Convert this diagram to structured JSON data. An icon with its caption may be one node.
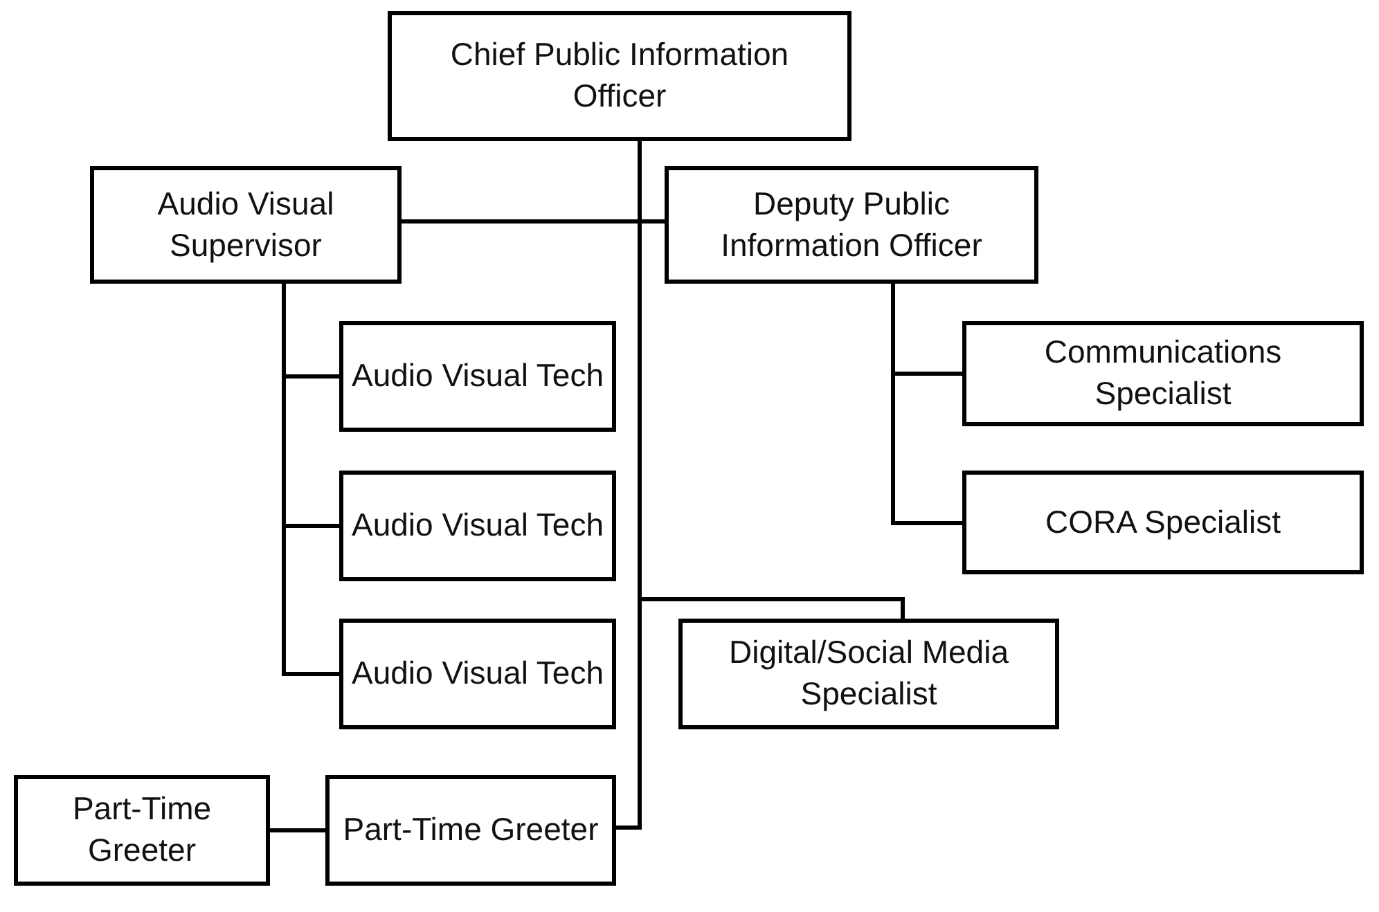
{
  "diagram": {
    "nodes": [
      {
        "text": [
          "Chief Public Information Officer"
        ]
      },
      {
        "text": [
          "Audio Visual Supervisor"
        ]
      },
      {
        "text": [
          "Deputy Public Information Officer"
        ]
      },
      {
        "text": [
          "Audio Visual Tech"
        ]
      },
      {
        "text": [
          "Communications Specialist"
        ]
      },
      {
        "text": [
          "Audio Visual Tech"
        ]
      },
      {
        "text": [
          "CORA Specialist"
        ]
      },
      {
        "text": [
          "Audio Visual Tech"
        ]
      },
      {
        "text": [
          "Digital/Social Media Specialist"
        ]
      },
      {
        "text": [
          "Part-Time Greeter"
        ]
      },
      {
        "text": [
          "Part-Time Greeter"
        ]
      }
    ],
    "edges": [
      {
        "from": 0,
        "to": 1,
        "arrow": "none"
      },
      {
        "from": 0,
        "to": 2,
        "arrow": "none"
      },
      {
        "from": 0,
        "to": 8,
        "arrow": "none"
      },
      {
        "from": 0,
        "to": 10,
        "arrow": "none"
      },
      {
        "from": 1,
        "to": 3,
        "arrow": "none"
      },
      {
        "from": 1,
        "to": 5,
        "arrow": "none"
      },
      {
        "from": 1,
        "to": 7,
        "arrow": "none"
      },
      {
        "from": 2,
        "to": 4,
        "arrow": "none"
      },
      {
        "from": 2,
        "to": 6,
        "arrow": "none"
      },
      {
        "from": 10,
        "to": 9,
        "arrow": "none"
      }
    ]
  }
}
